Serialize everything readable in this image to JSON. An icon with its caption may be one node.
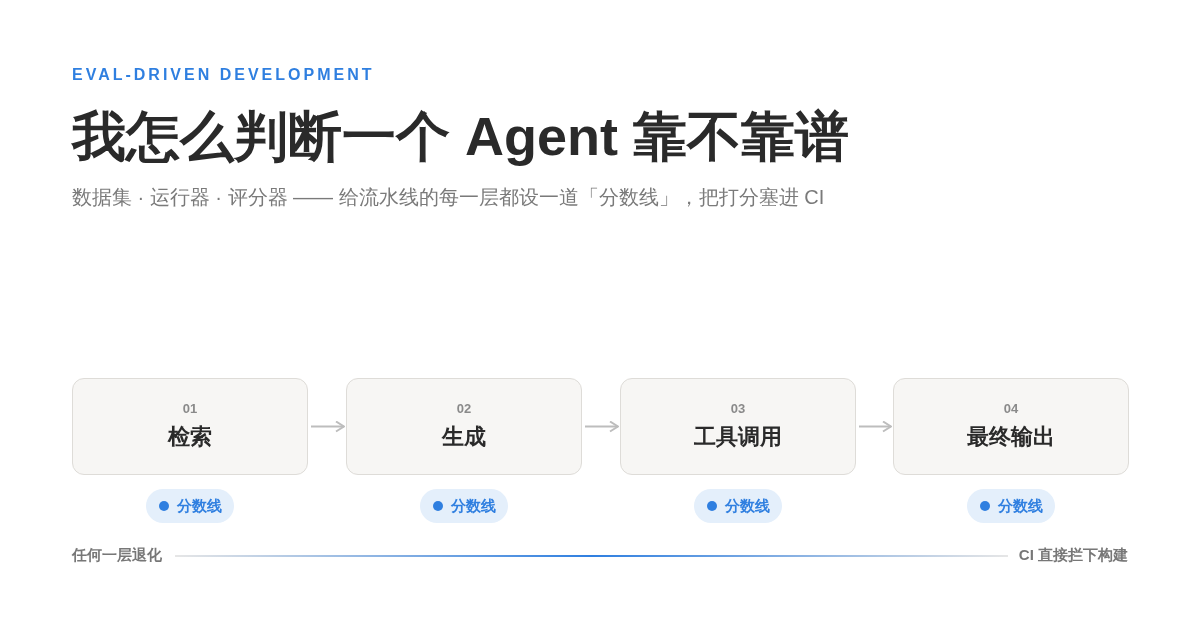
{
  "diagram": {
    "title": "我怎么判断一个 Agent 靠不靠谱",
    "nodes": [
      {
        "text": [
          "01",
          "检索"
        ]
      },
      {
        "text": [
          "02",
          "生成"
        ]
      },
      {
        "text": [
          "03",
          "工具调用"
        ]
      },
      {
        "text": [
          "04",
          "最终输出"
        ]
      },
      {
        "text": [
          "分数线"
        ]
      },
      {
        "text": [
          "分数线"
        ]
      },
      {
        "text": [
          "分数线"
        ]
      },
      {
        "text": [
          "分数线"
        ]
      }
    ],
    "edges": [
      {
        "from": 0,
        "to": 1,
        "arrow": "to"
      },
      {
        "from": 1,
        "to": 2,
        "arrow": "to"
      },
      {
        "from": 2,
        "to": 3,
        "arrow": "to"
      }
    ],
    "labels": [
      "EVAL-DRIVEN DEVELOPMENT",
      "数据集 · 运行器 · 评分器 —— 给流水线的每一层都设一道「分数线」，把打分塞进 CI",
      "任何一层退化",
      "CI 直接拦下构建"
    ]
  }
}
